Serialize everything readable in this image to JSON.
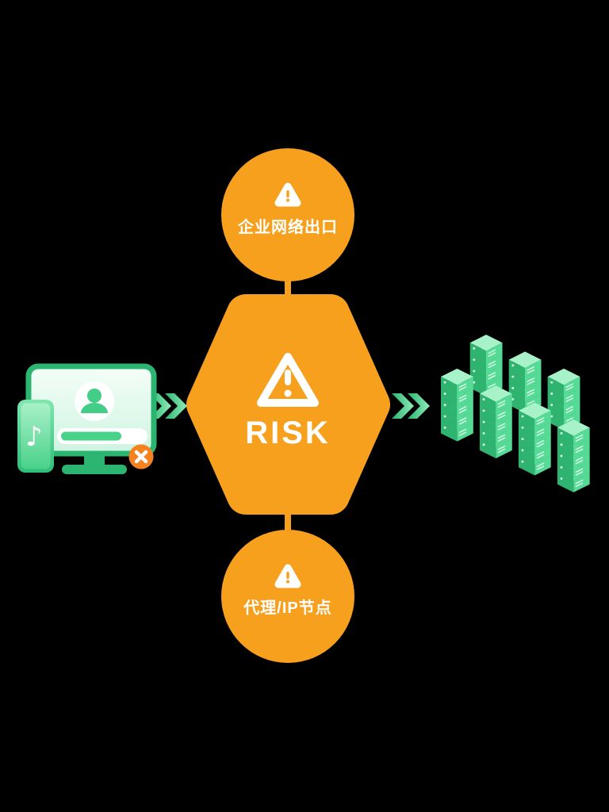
{
  "diagram": {
    "top_node": {
      "label": "企业网络出口",
      "icon": "warning-triangle-icon"
    },
    "center_node": {
      "label": "RISK",
      "icon": "warning-triangle-icon"
    },
    "bottom_node": {
      "label": "代理/IP节点",
      "icon": "warning-triangle-icon"
    },
    "left_node": {
      "icons": [
        "monitor-icon",
        "user-avatar-icon",
        "phone-icon",
        "music-note-icon",
        "error-x-badge-icon"
      ]
    },
    "right_node": {
      "icon": "server-cluster-icon"
    },
    "arrows": {
      "left": "double-chevron-right-icon",
      "right": "double-chevron-right-icon"
    },
    "colors": {
      "background": "#000000",
      "orange": "#F6A01E",
      "badge_orange": "#F5821E",
      "green_dark": "#2CB571",
      "green": "#47D189",
      "green_light": "#A7F2C8",
      "white": "#FFFFFF"
    }
  }
}
